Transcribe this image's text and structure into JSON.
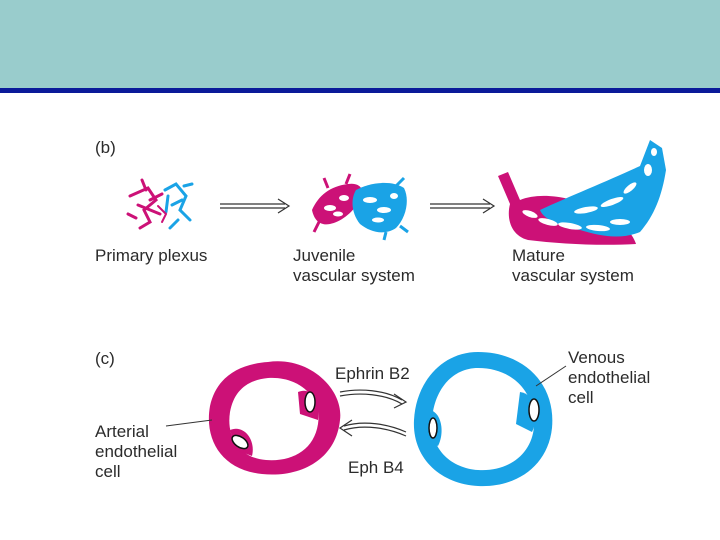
{
  "colors": {
    "header_band": "#99cccc",
    "header_rule": "#0a1a99",
    "arterial": "#cc1177",
    "venous": "#1aa3e6",
    "text": "#2b2b2b"
  },
  "panel_b": {
    "label": "(b)",
    "stages": [
      {
        "line1": "Primary plexus",
        "line2": ""
      },
      {
        "line1": "Juvenile",
        "line2": "vascular system"
      },
      {
        "line1": "Mature",
        "line2": "vascular system"
      }
    ]
  },
  "panel_c": {
    "label": "(c)",
    "ephrin_label": "Ephrin B2",
    "eph_label": "Eph B4",
    "arterial_label": [
      "Arterial",
      "endothelial",
      "cell"
    ],
    "venous_label": [
      "Venous",
      "endothelial",
      "cell"
    ]
  }
}
